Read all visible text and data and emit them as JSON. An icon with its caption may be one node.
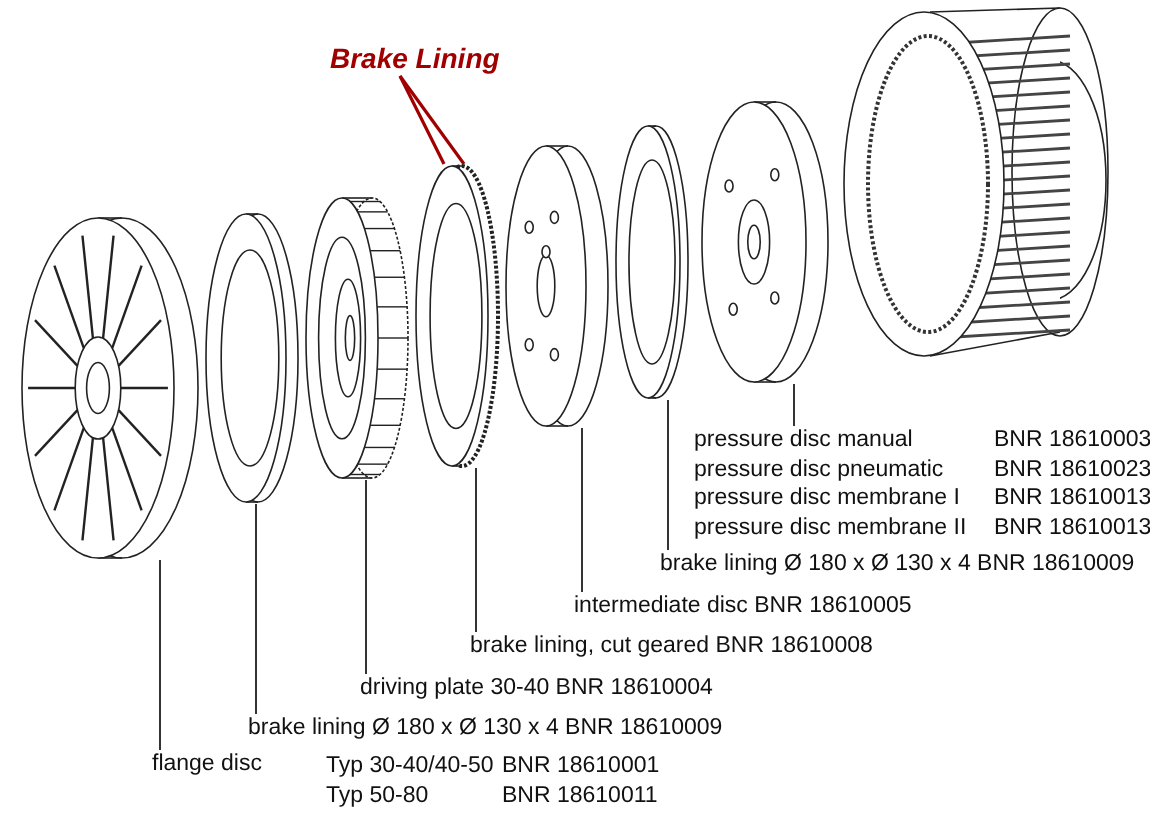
{
  "diagram": {
    "nodes": [
      {
        "text": [
          "Brake Lining"
        ]
      },
      {
        "text": [],
        "shape": "picture"
      },
      {
        "text": [],
        "shape": "picture"
      },
      {
        "text": [],
        "shape": "picture"
      },
      {
        "text": [],
        "shape": "picture"
      },
      {
        "text": [],
        "shape": "picture"
      },
      {
        "text": [],
        "shape": "picture"
      },
      {
        "text": [],
        "shape": "picture"
      },
      {
        "text": [
          "flange disc"
        ]
      },
      {
        "text": [
          "brake lining Ø 180 x Ø 130 x 4 BNR 18610009"
        ]
      },
      {
        "text": [
          "driving plate 30-40 BNR 18610004"
        ]
      },
      {
        "text": [
          "brake lining, cut  geared BNR 18610008"
        ]
      },
      {
        "text": [
          "intermediate disc BNR 18610005"
        ]
      },
      {
        "text": [
          "brake lining Ø 180 x Ø 130 x 4 BNR 18610009"
        ]
      },
      {
        "text": [
          "pressure disc manual",
          "BNR 18610003",
          "pressure disc pneumatic",
          "BNR 18610023",
          "pressure disc membrane I",
          "BNR 18610013",
          "pressure disc membrane II",
          "BNR 18610013"
        ]
      }
    ],
    "edges": [
      {
        "from": 0,
        "to": 4,
        "arrow": "none",
        "color": "#a00000"
      },
      {
        "from": 0,
        "to": 4,
        "arrow": "none",
        "color": "#a00000"
      },
      {
        "from": 8,
        "to": 1,
        "arrow": "none"
      },
      {
        "from": 9,
        "to": 2,
        "arrow": "none"
      },
      {
        "from": 10,
        "to": 3,
        "arrow": "none"
      },
      {
        "from": 11,
        "to": 4,
        "arrow": "none"
      },
      {
        "from": 12,
        "to": 5,
        "arrow": "none"
      },
      {
        "from": 13,
        "to": 6,
        "arrow": "none"
      },
      {
        "from": 14,
        "to": 7,
        "arrow": "none"
      }
    ],
    "labels": [
      "Typ 30-40/40-50",
      "BNR 18610001",
      "Typ 50-80",
      "BNR 18610011"
    ]
  }
}
